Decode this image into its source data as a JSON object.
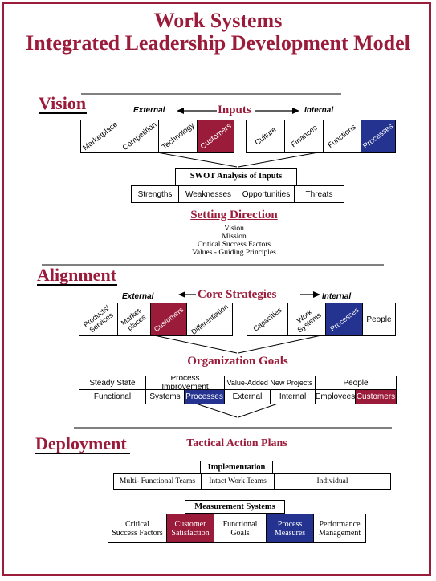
{
  "title": {
    "line1": "Work Systems",
    "line2": "Integrated Leadership Development Model"
  },
  "vision": {
    "heading": "Vision",
    "external_label": "External",
    "inputs_label": "Inputs",
    "internal_label": "Internal",
    "external_items": [
      "Marketplace",
      "Competition",
      "Technology",
      "Customers"
    ],
    "internal_items": [
      "Culture",
      "Finances",
      "Functions",
      "Processes"
    ],
    "swot_title": "SWOT Analysis of Inputs",
    "swot_items": [
      "Strengths",
      "Weaknesses",
      "Opportunities",
      "Threats"
    ],
    "setting_direction": "Setting Direction",
    "direction_items": [
      "Vision",
      "Mission",
      "Critical Success Factors",
      "Values - Guiding Principles"
    ]
  },
  "alignment": {
    "heading": "Alignment",
    "external_label": "External",
    "core_label": "Core Strategies",
    "internal_label": "Internal",
    "external_items": [
      [
        "Products/",
        "Services"
      ],
      [
        "Market-",
        "places"
      ],
      [
        "Customers"
      ],
      [
        "Differentiation"
      ]
    ],
    "internal_items": [
      [
        "Capacities"
      ],
      [
        "Work",
        "Systems"
      ],
      [
        "Processes"
      ],
      [
        "People"
      ]
    ],
    "org_goals": "Organization Goals",
    "goals_top": [
      "Steady State",
      "Process Improvement",
      "Value-Added New Projects",
      "People"
    ],
    "goals_bottom": [
      "Functional",
      "Systems",
      "Processes",
      "External",
      "Internal",
      "Employees",
      "Customers"
    ]
  },
  "deployment": {
    "heading": "Deployment",
    "tactical": "Tactical Action Plans",
    "implementation_title": "Implementation",
    "implementation_items": [
      "Multi- Functional Teams",
      "Intact Work Teams",
      "Individual"
    ],
    "measurement_title": "Measurement Systems",
    "measurement_items": [
      [
        "Critical",
        "Success Factors"
      ],
      [
        "Customer",
        "Satisfaction"
      ],
      [
        "Functional",
        "Goals"
      ],
      [
        "Process",
        "Measures"
      ],
      [
        "Performance",
        "Management"
      ]
    ]
  },
  "colors": {
    "maroon": "#9b1b3a",
    "blue": "#23338f"
  }
}
